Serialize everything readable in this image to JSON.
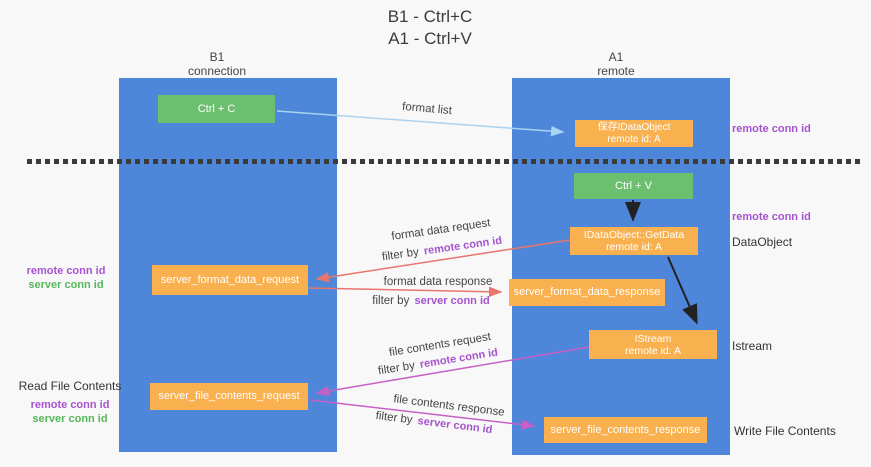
{
  "title": {
    "line1": "B1 - Ctrl+C",
    "line2": "A1 - Ctrl+V"
  },
  "lifelines": {
    "b1": {
      "name": "B1",
      "role": "connection"
    },
    "a1": {
      "name": "A1",
      "role": "remote"
    }
  },
  "nodes": {
    "ctrl_c": {
      "label": "Ctrl + C"
    },
    "save_idataobject": {
      "line1": "保存IDataObject",
      "line2": "remote id: A"
    },
    "ctrl_v": {
      "label": "Ctrl + V"
    },
    "getdata": {
      "line1": "IDataObject::GetData",
      "line2": "remote id: A"
    },
    "server_format_data_request": {
      "label": "server_format_data_request"
    },
    "server_format_data_response": {
      "label": "server_format_data_response"
    },
    "istream": {
      "line1": "IStream",
      "line2": "remote id: A"
    },
    "server_file_contents_request": {
      "label": "server_file_contents_request"
    },
    "server_file_contents_response": {
      "label": "server_file_contents_response"
    }
  },
  "edge_labels": {
    "format_list": "format list",
    "format_data_request": {
      "line1": "format data request",
      "filter_prefix": "filter by",
      "filter_key": "remote conn id"
    },
    "format_data_response": {
      "line1": "format data response",
      "filter_prefix": "filter by",
      "filter_key": "server conn id"
    },
    "file_contents_request": {
      "line1": "file contents request",
      "filter_prefix": "filter by",
      "filter_key": "remote conn id"
    },
    "file_contents_response": {
      "line1": "file contents response",
      "filter_prefix": "filter by",
      "filter_key": "server conn id"
    }
  },
  "side_labels": {
    "right_remote_conn_id_top": "remote conn id",
    "right_remote_conn_id_mid": "remote conn id",
    "right_dataobject": "DataObject",
    "right_istream": "Istream",
    "right_write_file_contents": "Write File Contents",
    "left_remote_conn_id_top": "remote conn id",
    "left_server_conn_id_top": "server conn id",
    "left_read_file_contents": "Read File Contents",
    "left_remote_conn_id_bottom": "remote conn id",
    "left_server_conn_id_bottom": "server conn id"
  },
  "colors": {
    "column_blue": "#4e86d9",
    "box_orange": "#f9b04e",
    "box_green": "#6cbf6e",
    "arrow_blue": "#a9d3f2",
    "arrow_red": "#e8766e",
    "arrow_magenta": "#c75fc7",
    "arrow_black": "#222222",
    "text_purple": "#a653cf",
    "text_green": "#55b85a",
    "divider_dark": "#3a3a3a"
  }
}
